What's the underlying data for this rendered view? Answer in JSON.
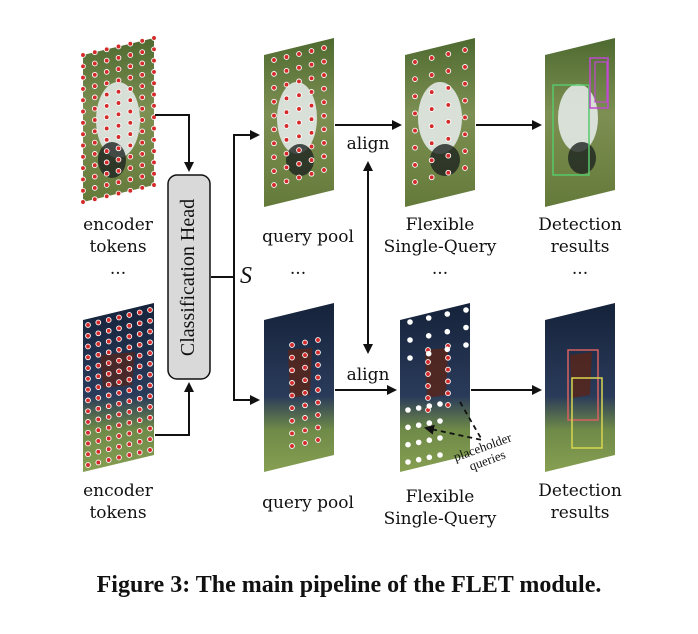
{
  "figure": {
    "classification_head": "Classification Head",
    "score_symbol": "S",
    "ellipsis": "...",
    "top_row": {
      "encoder": [
        "encoder",
        "tokens"
      ],
      "pool": "query pool",
      "align": "align",
      "flexible": [
        "Flexible",
        "Single-Query"
      ],
      "detection": [
        "Detection",
        "results"
      ]
    },
    "bottom_row": {
      "encoder": [
        "encoder",
        "tokens"
      ],
      "pool": "query pool",
      "align": "align",
      "flexible": [
        "Flexible",
        "Single-Query"
      ],
      "detection": [
        "Detection",
        "results"
      ],
      "placeholder": [
        "placeholder",
        "queries"
      ]
    },
    "caption": "Figure 3: The main pipeline of the FLET module."
  },
  "colors": {
    "head_fill": "#d9d9d9",
    "token_dot": "#d42a2a",
    "placeholder_dot": "#ffffff",
    "grass": "#6e8a3c",
    "court_dark": "#1e2b45",
    "court_green": "#7f9a4a",
    "box_magenta": "#c04ad0",
    "box_green": "#58c86a",
    "box_yellow": "#d8d650",
    "box_red": "#d86060"
  }
}
